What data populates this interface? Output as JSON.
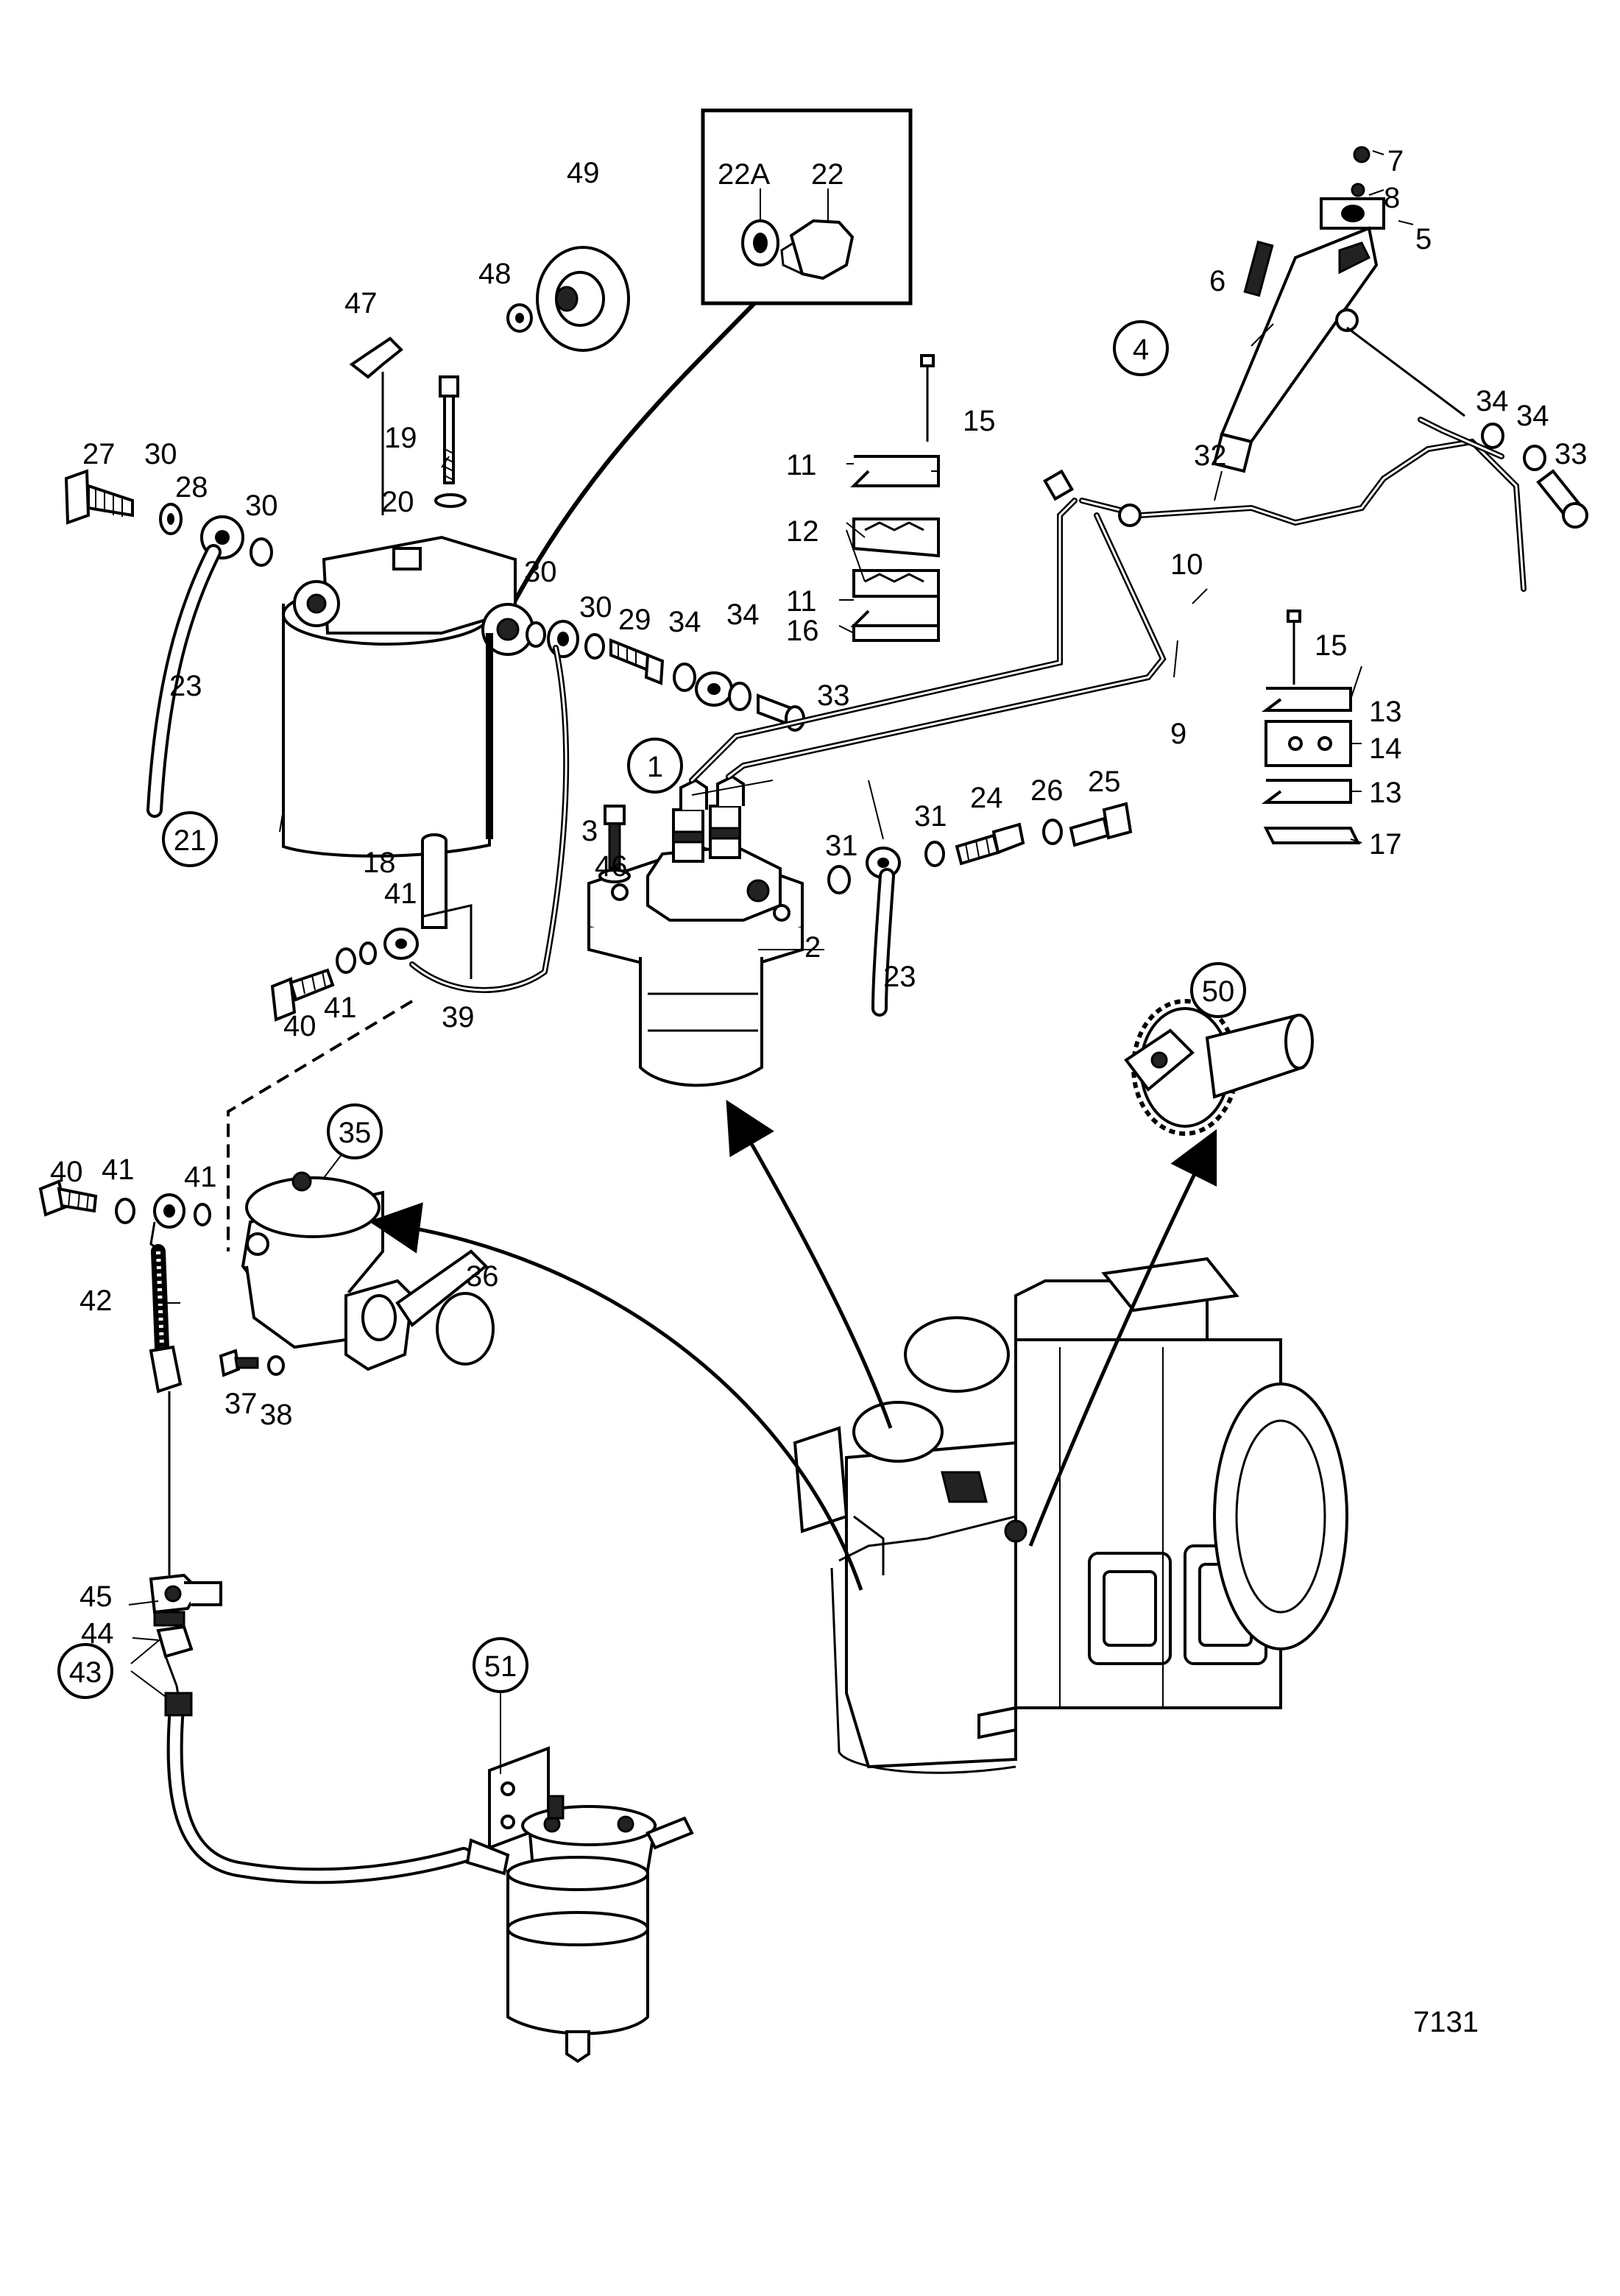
{
  "diagram": {
    "reference_number": "7131",
    "callouts": [
      "1",
      "2",
      "3",
      "4",
      "5",
      "6",
      "7",
      "8",
      "9",
      "10",
      "11",
      "11",
      "12",
      "13",
      "13",
      "14",
      "15",
      "15",
      "16",
      "17",
      "18",
      "19",
      "20",
      "21",
      "22",
      "22A",
      "23",
      "23",
      "24",
      "25",
      "26",
      "27",
      "28",
      "29",
      "30",
      "30",
      "30",
      "30",
      "31",
      "31",
      "32",
      "33",
      "33",
      "34",
      "34",
      "34",
      "34",
      "35",
      "36",
      "37",
      "38",
      "39",
      "40",
      "40",
      "41",
      "41",
      "41",
      "41",
      "42",
      "43",
      "44",
      "45",
      "46",
      "47",
      "48",
      "49",
      "50",
      "51"
    ],
    "circled_callouts": [
      "1",
      "4",
      "21",
      "35",
      "43",
      "50",
      "51"
    ]
  }
}
